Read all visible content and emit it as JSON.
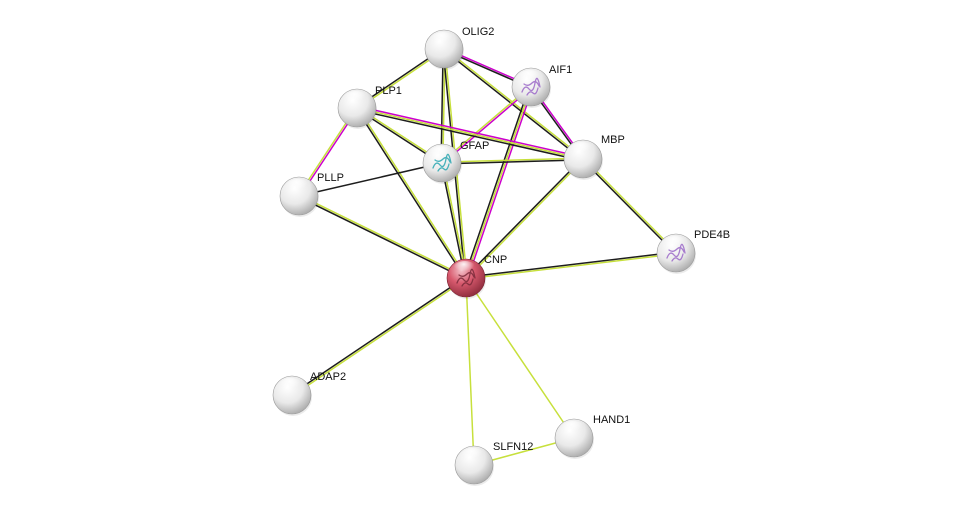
{
  "network": {
    "colors": {
      "cooccurrence": "#1d1d1d",
      "textmining": "#c7e03c",
      "experiments": "#cc00cc",
      "coexpression": "#333333",
      "query_node": "#c5495b",
      "other_node": "#e6e6e6"
    },
    "nodes": [
      {
        "id": "OLIG2",
        "label": "OLIG2",
        "query": false,
        "structure": false
      },
      {
        "id": "AIF1",
        "label": "AIF1",
        "query": false,
        "structure": true,
        "structure_color": "#9b69c8"
      },
      {
        "id": "PLP1",
        "label": "PLP1",
        "query": false,
        "structure": false
      },
      {
        "id": "GFAP",
        "label": "GFAP",
        "query": false,
        "structure": true,
        "structure_color": "#2aa6b0"
      },
      {
        "id": "MBP",
        "label": "MBP",
        "query": false,
        "structure": false
      },
      {
        "id": "PLLP",
        "label": "PLLP",
        "query": false,
        "structure": false
      },
      {
        "id": "PDE4B",
        "label": "PDE4B",
        "query": false,
        "structure": true,
        "structure_color": "#9b69c8"
      },
      {
        "id": "CNP",
        "label": "CNP",
        "query": true,
        "structure": true,
        "structure_color": "#7a2a3a"
      },
      {
        "id": "ADAP2",
        "label": "ADAP2",
        "query": false,
        "structure": false
      },
      {
        "id": "HAND1",
        "label": "HAND1",
        "query": false,
        "structure": false
      },
      {
        "id": "SLFN12",
        "label": "SLFN12",
        "query": false,
        "structure": false
      }
    ],
    "edges": [
      {
        "source": "OLIG2",
        "target": "AIF1",
        "types": [
          "experiments",
          "cooccurrence"
        ]
      },
      {
        "source": "OLIG2",
        "target": "PLP1",
        "types": [
          "textmining",
          "cooccurrence"
        ]
      },
      {
        "source": "OLIG2",
        "target": "GFAP",
        "types": [
          "textmining",
          "cooccurrence"
        ]
      },
      {
        "source": "OLIG2",
        "target": "MBP",
        "types": [
          "textmining",
          "cooccurrence"
        ]
      },
      {
        "source": "OLIG2",
        "target": "CNP",
        "types": [
          "textmining",
          "cooccurrence"
        ]
      },
      {
        "source": "AIF1",
        "target": "GFAP",
        "types": [
          "experiments",
          "textmining"
        ]
      },
      {
        "source": "AIF1",
        "target": "MBP",
        "types": [
          "experiments",
          "cooccurrence"
        ]
      },
      {
        "source": "AIF1",
        "target": "CNP",
        "types": [
          "experiments",
          "textmining",
          "cooccurrence"
        ]
      },
      {
        "source": "PLP1",
        "target": "GFAP",
        "types": [
          "textmining",
          "cooccurrence"
        ]
      },
      {
        "source": "PLP1",
        "target": "MBP",
        "types": [
          "experiments",
          "textmining",
          "cooccurrence"
        ]
      },
      {
        "source": "PLP1",
        "target": "PLLP",
        "types": [
          "experiments",
          "textmining"
        ]
      },
      {
        "source": "PLP1",
        "target": "CNP",
        "types": [
          "textmining",
          "cooccurrence"
        ]
      },
      {
        "source": "GFAP",
        "target": "MBP",
        "types": [
          "textmining",
          "cooccurrence"
        ]
      },
      {
        "source": "GFAP",
        "target": "PLLP",
        "types": [
          "cooccurrence"
        ]
      },
      {
        "source": "GFAP",
        "target": "CNP",
        "types": [
          "textmining",
          "cooccurrence"
        ]
      },
      {
        "source": "MBP",
        "target": "CNP",
        "types": [
          "textmining",
          "cooccurrence"
        ]
      },
      {
        "source": "MBP",
        "target": "PDE4B",
        "types": [
          "textmining",
          "cooccurrence"
        ]
      },
      {
        "source": "PLLP",
        "target": "CNP",
        "types": [
          "textmining",
          "cooccurrence"
        ]
      },
      {
        "source": "PDE4B",
        "target": "CNP",
        "types": [
          "textmining",
          "cooccurrence"
        ]
      },
      {
        "source": "CNP",
        "target": "ADAP2",
        "types": [
          "textmining",
          "cooccurrence"
        ]
      },
      {
        "source": "CNP",
        "target": "HAND1",
        "types": [
          "textmining"
        ]
      },
      {
        "source": "CNP",
        "target": "SLFN12",
        "types": [
          "textmining"
        ]
      },
      {
        "source": "SLFN12",
        "target": "HAND1",
        "types": [
          "textmining"
        ]
      }
    ]
  }
}
